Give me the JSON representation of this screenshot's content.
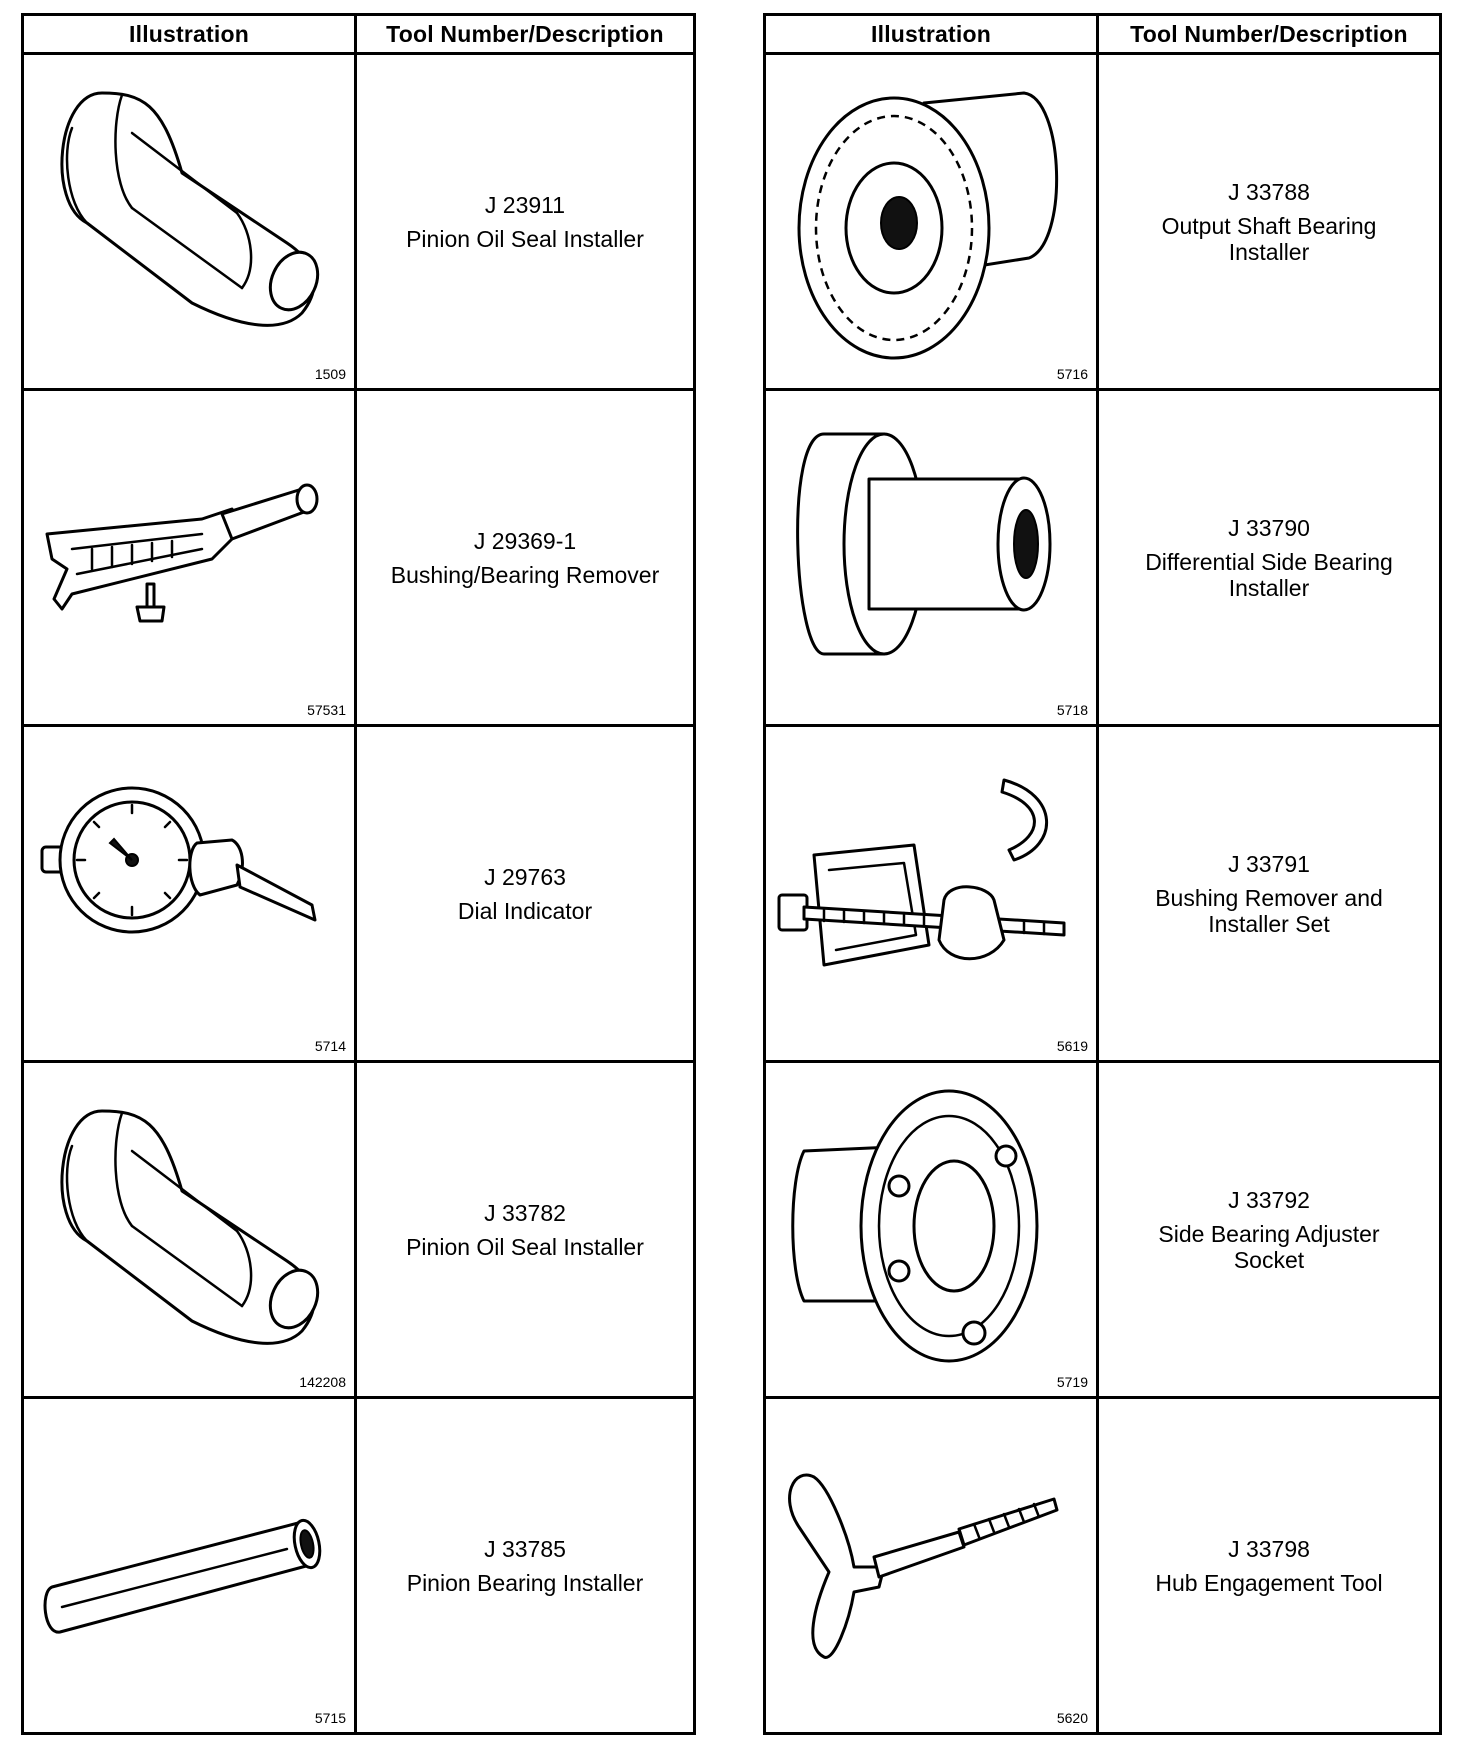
{
  "headers": {
    "illustration": "Illustration",
    "description": "Tool Number/Description"
  },
  "tools": [
    {
      "number": "J 23911",
      "title": "Pinion Oil Seal Installer",
      "figure": "1509",
      "icon": "seal-installer-icon"
    },
    {
      "number": "J 29369-1",
      "title": "Bushing/Bearing Remover",
      "figure": "57531",
      "icon": "bearing-puller-icon"
    },
    {
      "number": "J 29763",
      "title": "Dial Indicator",
      "figure": "5714",
      "icon": "dial-indicator-icon"
    },
    {
      "number": "J 33782",
      "title": "Pinion Oil Seal Installer",
      "figure": "142208",
      "icon": "seal-installer-icon"
    },
    {
      "number": "J 33785",
      "title": "Pinion Bearing Installer",
      "figure": "5715",
      "icon": "tube-installer-icon"
    },
    {
      "number": "J 33788",
      "title": "Output Shaft Bearing Installer",
      "figure": "5716",
      "icon": "flanged-installer-icon"
    },
    {
      "number": "J 33790",
      "title": "Differential Side Bearing Installer",
      "figure": "5718",
      "icon": "cylinder-installer-icon"
    },
    {
      "number": "J 33791",
      "title": "Bushing Remover and Installer Set",
      "figure": "5619",
      "icon": "remover-set-icon"
    },
    {
      "number": "J 33792",
      "title": "Side Bearing Adjuster Socket",
      "figure": "5719",
      "icon": "adjuster-socket-icon"
    },
    {
      "number": "J 33798",
      "title": "Hub Engagement Tool",
      "figure": "5620",
      "icon": "t-handle-tool-icon"
    }
  ]
}
